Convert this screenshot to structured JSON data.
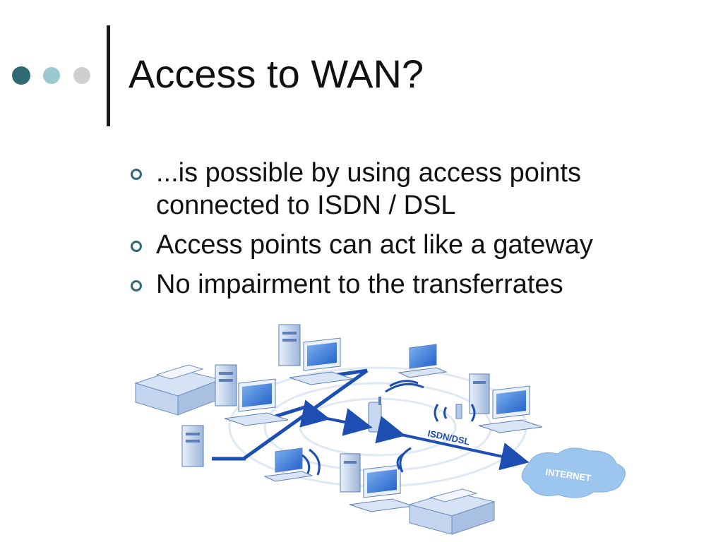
{
  "slide": {
    "title": "Access to WAN?",
    "bullets": [
      {
        "text": "...is possible by using access points connected to ISDN / DSL"
      },
      {
        "text": "Access points can act like a gateway"
      },
      {
        "text": "No impairment to the transferrates"
      }
    ]
  },
  "decor": {
    "dot_colors": [
      "#2f6a73",
      "#9cc9cf",
      "#cfcfcf"
    ],
    "accent_color": "#2f6a73"
  },
  "diagram": {
    "link_label": "ISDN/DSL",
    "cloud_label": "INTERNET"
  }
}
